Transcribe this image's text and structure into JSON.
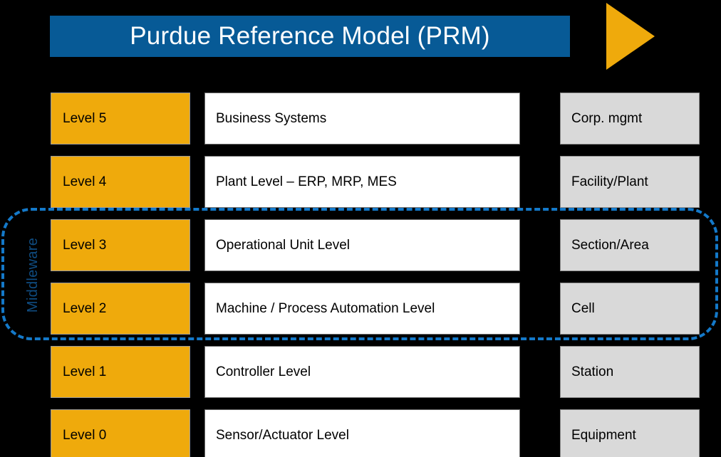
{
  "title": {
    "text": "Purdue Reference Model (PRM)",
    "banner_color": "#075A96",
    "text_color": "#FFFFFF"
  },
  "arrow": {
    "name": "right-pointing-triangle",
    "color": "#EFAA0C"
  },
  "middleware": {
    "label": "Middleware",
    "border_color": "#1479C9",
    "label_color": "#0F4C81",
    "spans_levels": [
      "Level 3",
      "Level 2"
    ]
  },
  "colors": {
    "level_box": "#EFAA0C",
    "description_box": "#FFFFFF",
    "scope_box": "#D9D9D9",
    "background": "#000000"
  },
  "rows": [
    {
      "level": "Level 5",
      "description": "Business Systems",
      "scope": "Corp. mgmt",
      "in_middleware": false
    },
    {
      "level": "Level 4",
      "description": "Plant Level – ERP, MRP, MES",
      "scope": "Facility/Plant",
      "in_middleware": false
    },
    {
      "level": "Level 3",
      "description": "Operational Unit Level",
      "scope": "Section/Area",
      "in_middleware": true
    },
    {
      "level": "Level 2",
      "description": "Machine / Process Automation Level",
      "scope": "Cell",
      "in_middleware": true
    },
    {
      "level": "Level 1",
      "description": "Controller Level",
      "scope": "Station",
      "in_middleware": false
    },
    {
      "level": "Level 0",
      "description": "Sensor/Actuator Level",
      "scope": "Equipment",
      "in_middleware": false
    }
  ]
}
